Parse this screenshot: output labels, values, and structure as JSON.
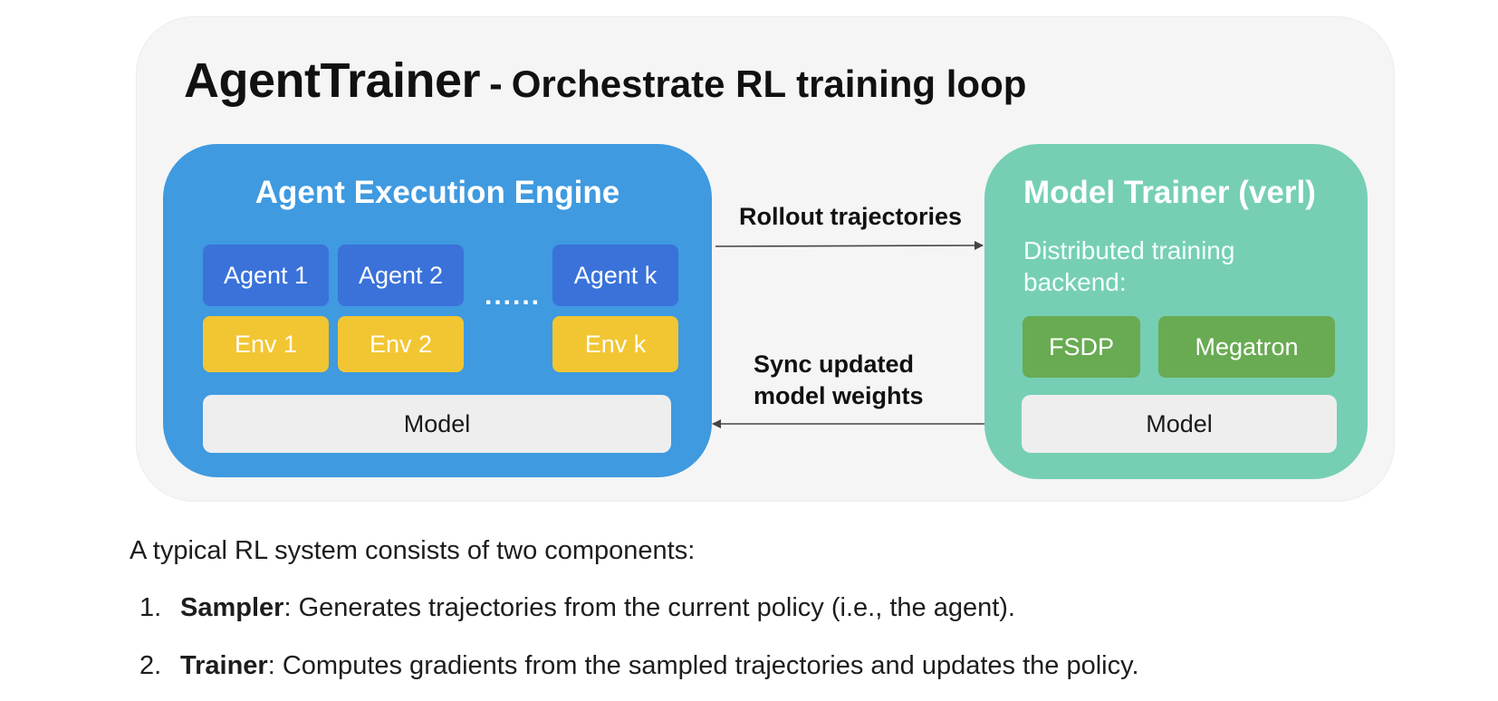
{
  "title": {
    "main": "AgentTrainer",
    "dash": "-",
    "subtitle": "Orchestrate RL training loop"
  },
  "engine": {
    "title": "Agent Execution Engine",
    "agents": [
      "Agent 1",
      "Agent 2",
      "Agent k"
    ],
    "envs": [
      "Env 1",
      "Env 2",
      "Env k"
    ],
    "ellipsis": "......",
    "model": "Model"
  },
  "trainer": {
    "title": "Model Trainer (verl)",
    "description": "Distributed training backend:",
    "backends": [
      "FSDP",
      "Megatron"
    ],
    "model": "Model"
  },
  "arrows": {
    "rollout": "Rollout trajectories",
    "sync": "Sync updated model weights"
  },
  "text": {
    "intro": "A typical RL system consists of two components:",
    "items": [
      {
        "num": "1.",
        "term": "Sampler",
        "desc": ": Generates trajectories from the current policy (i.e., the agent)."
      },
      {
        "num": "2.",
        "term": "Trainer",
        "desc": ": Computes gradients from the sampled trajectories and updates the policy."
      }
    ]
  },
  "colors": {
    "engine": "#3f9ae0",
    "agent_chip": "#3a72da",
    "env_chip": "#f2c532",
    "trainer": "#76cfb4",
    "backend_chip": "#68ab52",
    "model_chip": "#eeeeee"
  }
}
